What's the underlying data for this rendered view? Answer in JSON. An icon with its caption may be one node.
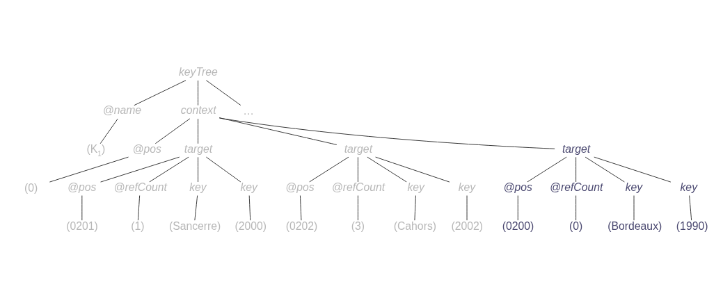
{
  "diagram": {
    "nodes": [
      {
        "text": [
          "keyTree"
        ]
      },
      {
        "text": [
          "@name"
        ]
      },
      {
        "text": [
          "context"
        ]
      },
      {
        "text": [
          "…"
        ]
      },
      {
        "text": [
          "(K$_{1}$)"
        ]
      },
      {
        "text": [
          "@pos"
        ]
      },
      {
        "text": [
          "target"
        ]
      },
      {
        "text": [
          "target"
        ]
      },
      {
        "text": [
          "target"
        ]
      },
      {
        "text": [
          "(0)"
        ]
      },
      {
        "text": [
          "@pos"
        ]
      },
      {
        "text": [
          "@refCount"
        ]
      },
      {
        "text": [
          "key"
        ]
      },
      {
        "text": [
          "key"
        ]
      },
      {
        "text": [
          "@pos"
        ]
      },
      {
        "text": [
          "@refCount"
        ]
      },
      {
        "text": [
          "key"
        ]
      },
      {
        "text": [
          "key"
        ]
      },
      {
        "text": [
          "@pos"
        ]
      },
      {
        "text": [
          "@refCount"
        ]
      },
      {
        "text": [
          "key"
        ]
      },
      {
        "text": [
          "key"
        ]
      },
      {
        "text": [
          "(0201)"
        ]
      },
      {
        "text": [
          "(1)"
        ]
      },
      {
        "text": [
          "(Sancerre)"
        ]
      },
      {
        "text": [
          "(2000)"
        ]
      },
      {
        "text": [
          "(0202)"
        ]
      },
      {
        "text": [
          "(3)"
        ]
      },
      {
        "text": [
          "(Cahors)"
        ]
      },
      {
        "text": [
          "(2002)"
        ]
      },
      {
        "text": [
          "(0200)"
        ]
      },
      {
        "text": [
          "(0)"
        ]
      },
      {
        "text": [
          "(Bordeaux)"
        ]
      },
      {
        "text": [
          "(1990)"
        ]
      }
    ],
    "edges": [
      {
        "from": 0,
        "to": 1,
        "arrow": "none"
      },
      {
        "from": 0,
        "to": 2,
        "arrow": "none"
      },
      {
        "from": 0,
        "to": 3,
        "arrow": "none"
      },
      {
        "from": 1,
        "to": 4,
        "arrow": "none"
      },
      {
        "from": 2,
        "to": 5,
        "arrow": "none"
      },
      {
        "from": 2,
        "to": 6,
        "arrow": "none"
      },
      {
        "from": 2,
        "to": 7,
        "arrow": "none"
      },
      {
        "from": 2,
        "to": 8,
        "arrow": "none"
      },
      {
        "from": 5,
        "to": 9,
        "arrow": "none"
      },
      {
        "from": 6,
        "to": 10,
        "arrow": "none"
      },
      {
        "from": 6,
        "to": 11,
        "arrow": "none"
      },
      {
        "from": 6,
        "to": 12,
        "arrow": "none"
      },
      {
        "from": 6,
        "to": 13,
        "arrow": "none"
      },
      {
        "from": 7,
        "to": 14,
        "arrow": "none"
      },
      {
        "from": 7,
        "to": 15,
        "arrow": "none"
      },
      {
        "from": 7,
        "to": 16,
        "arrow": "none"
      },
      {
        "from": 7,
        "to": 17,
        "arrow": "none"
      },
      {
        "from": 8,
        "to": 18,
        "arrow": "none"
      },
      {
        "from": 8,
        "to": 19,
        "arrow": "none"
      },
      {
        "from": 8,
        "to": 20,
        "arrow": "none"
      },
      {
        "from": 8,
        "to": 21,
        "arrow": "none"
      },
      {
        "from": 10,
        "to": 22,
        "arrow": "none"
      },
      {
        "from": 11,
        "to": 23,
        "arrow": "none"
      },
      {
        "from": 12,
        "to": 24,
        "arrow": "none"
      },
      {
        "from": 13,
        "to": 25,
        "arrow": "none"
      },
      {
        "from": 14,
        "to": 26,
        "arrow": "none"
      },
      {
        "from": 15,
        "to": 27,
        "arrow": "none"
      },
      {
        "from": 16,
        "to": 28,
        "arrow": "none"
      },
      {
        "from": 17,
        "to": 29,
        "arrow": "none"
      },
      {
        "from": 18,
        "to": 30,
        "arrow": "none"
      },
      {
        "from": 19,
        "to": 31,
        "arrow": "none"
      },
      {
        "from": 20,
        "to": 32,
        "arrow": "none"
      },
      {
        "from": 21,
        "to": 33,
        "arrow": "none"
      }
    ]
  }
}
